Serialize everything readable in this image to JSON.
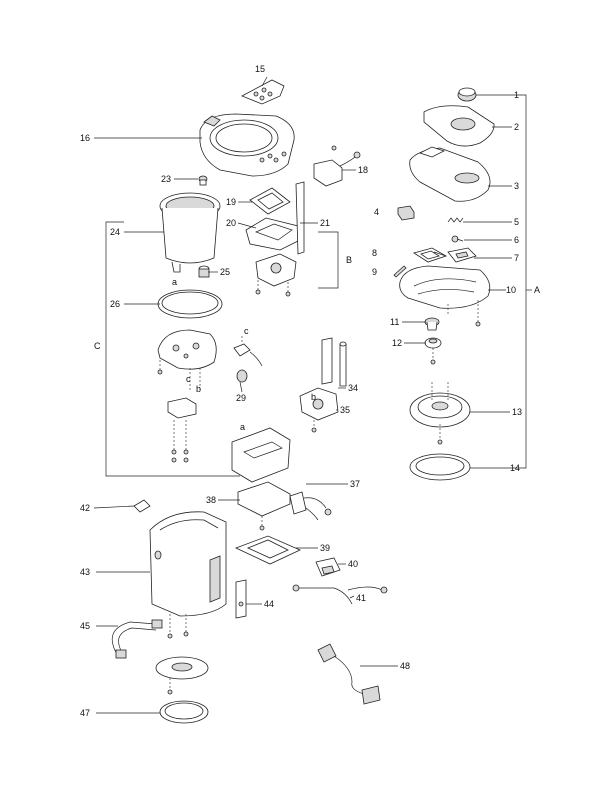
{
  "parts": [
    {
      "id": "1",
      "label": "1"
    },
    {
      "id": "2",
      "label": "2"
    },
    {
      "id": "3",
      "label": "3"
    },
    {
      "id": "4",
      "label": "4"
    },
    {
      "id": "5",
      "label": "5"
    },
    {
      "id": "6",
      "label": "6"
    },
    {
      "id": "7",
      "label": "7"
    },
    {
      "id": "8",
      "label": "8"
    },
    {
      "id": "9",
      "label": "9"
    },
    {
      "id": "10",
      "label": "10"
    },
    {
      "id": "11",
      "label": "11"
    },
    {
      "id": "12",
      "label": "12"
    },
    {
      "id": "13",
      "label": "13"
    },
    {
      "id": "14",
      "label": "14"
    },
    {
      "id": "15",
      "label": "15"
    },
    {
      "id": "16",
      "label": "16"
    },
    {
      "id": "18",
      "label": "18"
    },
    {
      "id": "19",
      "label": "19"
    },
    {
      "id": "20",
      "label": "20"
    },
    {
      "id": "21",
      "label": "21"
    },
    {
      "id": "23",
      "label": "23"
    },
    {
      "id": "24",
      "label": "24"
    },
    {
      "id": "25",
      "label": "25"
    },
    {
      "id": "26",
      "label": "26"
    },
    {
      "id": "29",
      "label": "29"
    },
    {
      "id": "34",
      "label": "34"
    },
    {
      "id": "35",
      "label": "35"
    },
    {
      "id": "37",
      "label": "37"
    },
    {
      "id": "38",
      "label": "38"
    },
    {
      "id": "39",
      "label": "39"
    },
    {
      "id": "40",
      "label": "40"
    },
    {
      "id": "41",
      "label": "41"
    },
    {
      "id": "42",
      "label": "42"
    },
    {
      "id": "43",
      "label": "43"
    },
    {
      "id": "44",
      "label": "44"
    },
    {
      "id": "45",
      "label": "45"
    },
    {
      "id": "47",
      "label": "47"
    },
    {
      "id": "48",
      "label": "48"
    }
  ],
  "groups": {
    "A": "A",
    "B": "B",
    "C": "C"
  },
  "connectors": {
    "a": "a",
    "b": "b",
    "c": "c"
  }
}
